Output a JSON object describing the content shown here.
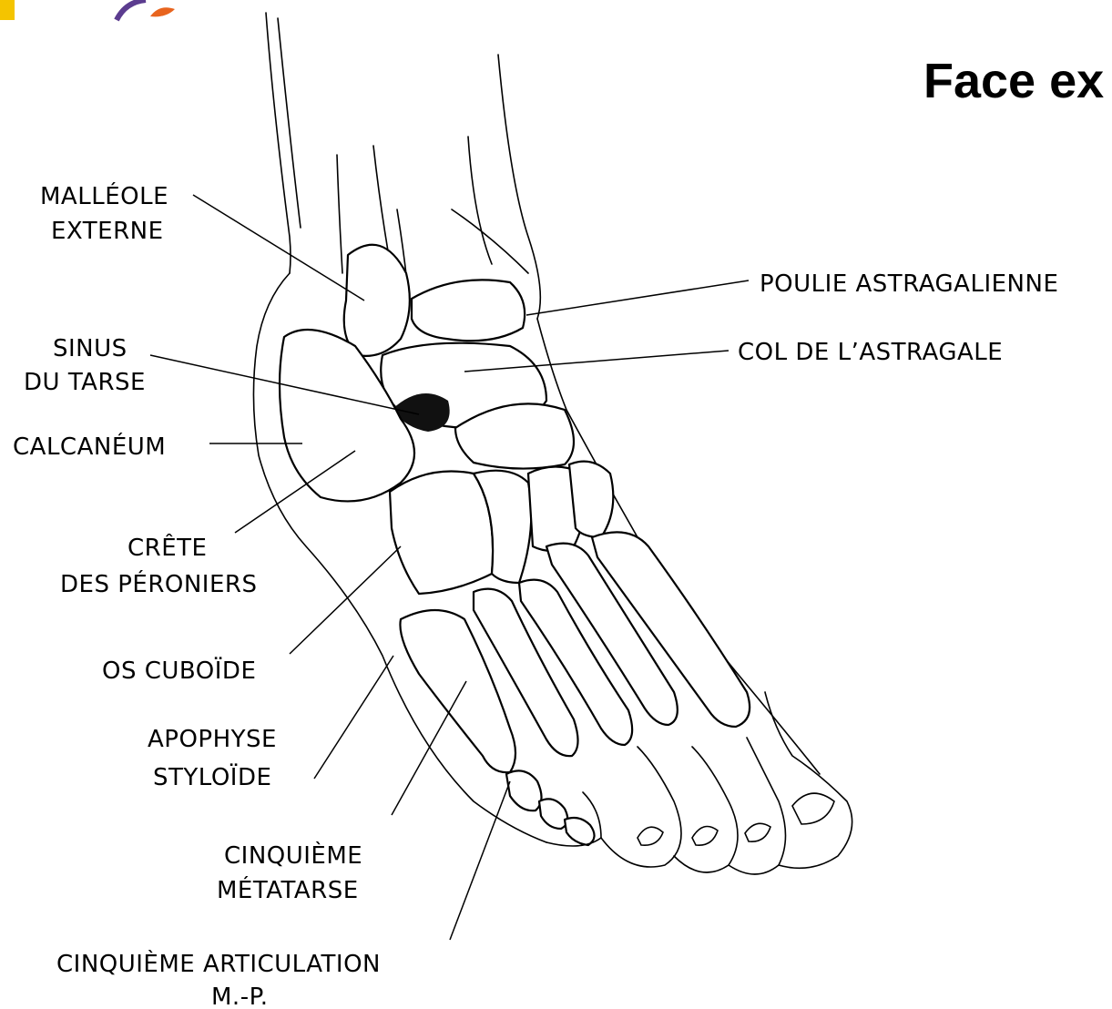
{
  "slide": {
    "title": "Face ex"
  },
  "colors": {
    "logo_yellow": "#f4c400",
    "logo_purple": "#5b3c8f",
    "logo_orange": "#e8641e"
  },
  "labels": {
    "malleole_line1": "MALLÉOLE",
    "malleole_line2": "EXTERNE",
    "sinus_line1": "SINUS",
    "sinus_line2": "DU TARSE",
    "calcaneum": "CALCANÉUM",
    "crete_line1": "CRÊTE",
    "crete_line2": "DES PÉRONIERS",
    "cuboide": "OS CUBOÏDE",
    "apophyse_line1": "APOPHYSE",
    "apophyse_line2": "STYLOÏDE",
    "metatarse_line1": "CINQUIÈME",
    "metatarse_line2": "MÉTATARSE",
    "articulation_line1": "CINQUIÈME ARTICULATION",
    "articulation_line2": "M.-P.",
    "poulie": "POULIE ASTRAGALIENNE",
    "col": "COL DE L’ASTRAGALE"
  }
}
